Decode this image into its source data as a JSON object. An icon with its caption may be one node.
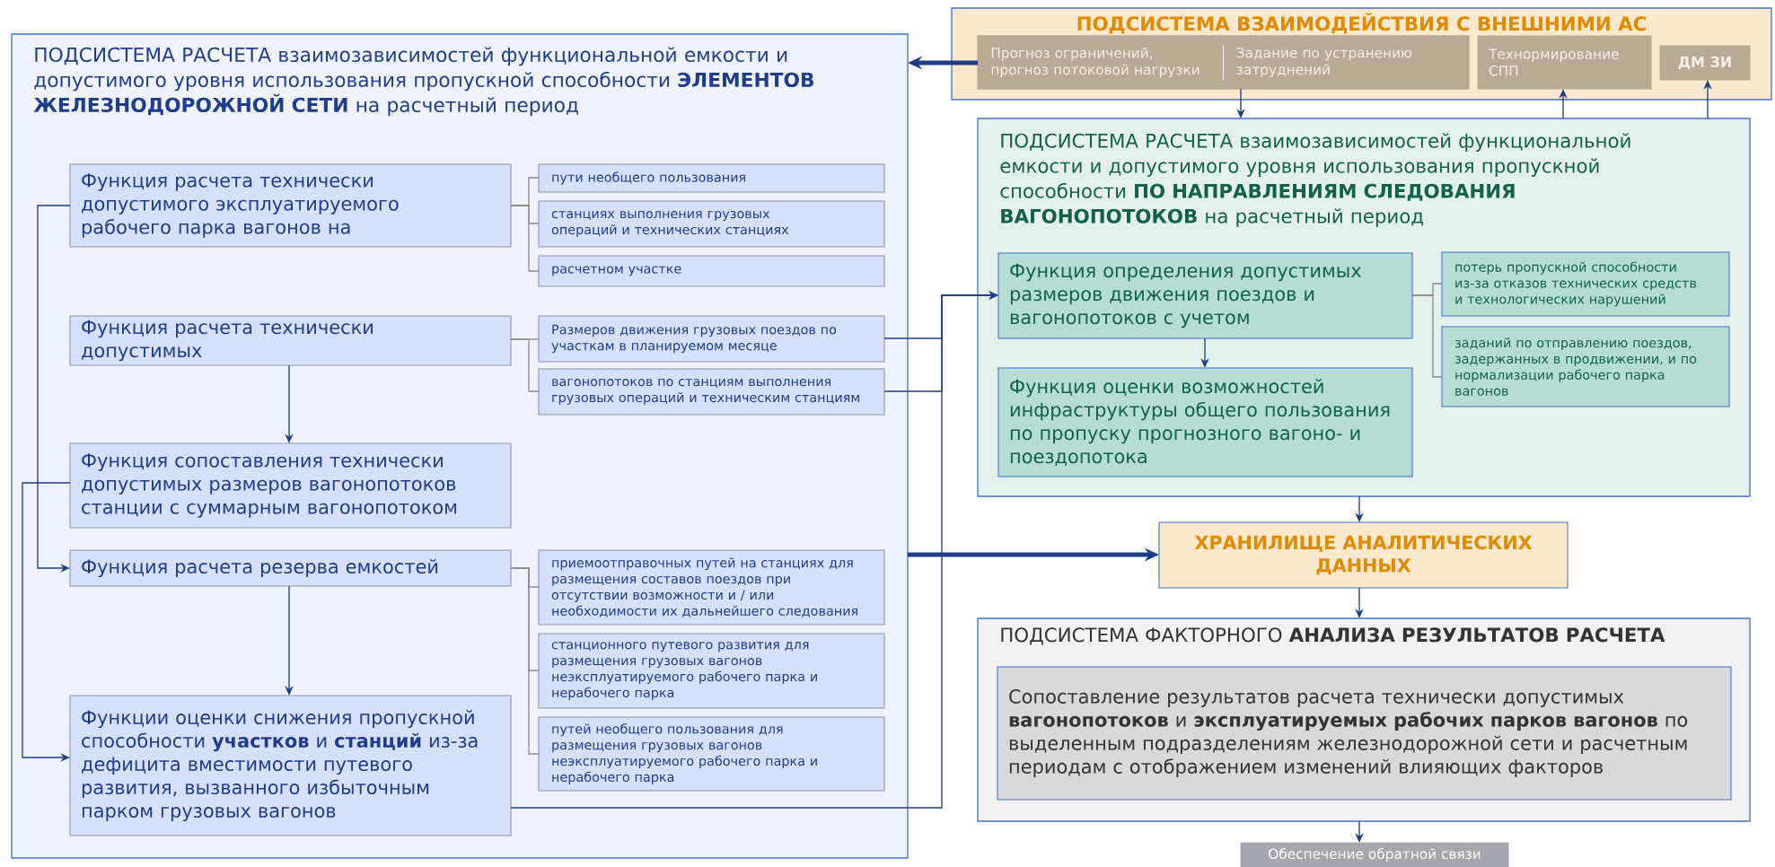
{
  "diagram": {
    "nodes": [
      {
        "text": [
          "ПОДСИСТЕМА РАСЧЕТА взаимозависимостей функциональной емкости и допустимого уровня использования пропускной способности **ЭЛЕМЕНТОВ ЖЕЛЕЗНОДОРОЖНОЙ СЕТИ** на расчетный период"
        ]
      },
      {
        "text": [
          "Функция расчета технически допустимого эксплуатируемого рабочего парка вагонов на"
        ],
        "in": 0
      },
      {
        "text": [
          "пути необщего пользования"
        ],
        "in": 0
      },
      {
        "text": [
          "станциях выполнения грузовых операций и технических станциях"
        ],
        "in": 0
      },
      {
        "text": [
          "расчетном участке"
        ],
        "in": 0
      },
      {
        "text": [
          "Функция расчета технически допустимых"
        ],
        "in": 0
      },
      {
        "text": [
          "Размеров движения грузовых поездов по участкам в планируемом месяце"
        ],
        "in": 0
      },
      {
        "text": [
          "вагонопотоков по станциям выполнения грузовых операций и техническим станциям"
        ],
        "in": 0
      },
      {
        "text": [
          "Функция сопоставления технически допустимых размеров вагонопотоков станции с суммарным вагонопотоком"
        ],
        "in": 0
      },
      {
        "text": [
          "Функция расчета резерва емкостей"
        ],
        "in": 0
      },
      {
        "text": [
          "приемоотправочных путей на станциях для размещения составов поездов при отсутствии возможности и / или необходимости их дальнейшего следования"
        ],
        "in": 0
      },
      {
        "text": [
          "станционного путевого развития для размещения грузовых вагонов неэксплуатируемого рабочего парка и нерабочего парка"
        ],
        "in": 0
      },
      {
        "text": [
          "путей необщего пользования для размещения грузовых вагонов неэксплуатируемого рабочего парка и нерабочего парка"
        ],
        "in": 0
      },
      {
        "text": [
          "Функции оценки снижения пропускной способности **участков** и **станций** из-за дефицита вместимости путевого развития, вызванного избыточным парком грузовых вагонов"
        ],
        "in": 0
      },
      {
        "text": [
          "ПОДСИСТЕМА ВЗАИМОДЕЙСТВИЯ С ВНЕШНИМИ АС"
        ]
      },
      {
        "text": [
          "Прогноз ограничений, прогноз потоковой нагрузки",
          "Задание по устранению затруднений"
        ],
        "in": 14
      },
      {
        "text": [
          "Технормирование СПП"
        ],
        "in": 14
      },
      {
        "text": [
          "ДМ ЗИ"
        ],
        "in": 14
      },
      {
        "text": [
          "ПОДСИСТЕМА РАСЧЕТА взаимозависимостей функциональной емкости и допустимого уровня использования пропускной способности **ПО НАПРАВЛЕНИЯМ СЛЕДОВАНИЯ ВАГОНОПОТОКОВ** на расчетный период"
        ]
      },
      {
        "text": [
          "Функция определения допустимых размеров движения поездов и вагонопотоков с учетом"
        ],
        "in": 18
      },
      {
        "text": [
          "потерь пропускной способности из-за отказов технических средств и технологических нарушений"
        ],
        "in": 18
      },
      {
        "text": [
          "заданий по отправлению поездов, задержанных в продвижении, и по нормализации рабочего парка вагонов"
        ],
        "in": 18
      },
      {
        "text": [
          "Функция оценки возможностей инфраструктуры общего пользования по пропуску прогнозного вагоно- и поездопотока"
        ],
        "in": 18
      },
      {
        "text": [
          "ХРАНИЛИЩЕ АНАЛИТИЧЕСКИХ ДАННЫХ"
        ]
      },
      {
        "text": [
          "ПОДСИСТЕМА ФАКТОРНОГО **АНАЛИЗА РЕЗУЛЬТАТОВ РАСЧЕТА**"
        ]
      },
      {
        "text": [
          "Сопоставление результатов расчета технически допустимых **вагонопотоков** и **эксплуатируемых рабочих парков вагонов** по выделенным подразделениям железнодорожной сети и расчетным периодам с отображением изменений влияющих факторов"
        ],
        "in": 24
      },
      {
        "text": [
          "Обеспечение обратной связи"
        ]
      }
    ],
    "edges": [
      {
        "from": 15,
        "to": 0,
        "arrow": "to",
        "style": "thick"
      },
      {
        "from": 15,
        "to": 18,
        "arrow": "to"
      },
      {
        "from": 18,
        "to": 16,
        "arrow": "to"
      },
      {
        "from": 18,
        "to": 17,
        "arrow": "to"
      },
      {
        "from": 1,
        "to": 2,
        "arrow": "none",
        "color": "#8c8c8c"
      },
      {
        "from": 1,
        "to": 3,
        "arrow": "none",
        "color": "#8c8c8c"
      },
      {
        "from": 1,
        "to": 4,
        "arrow": "none",
        "color": "#8c8c8c"
      },
      {
        "from": 5,
        "to": 6,
        "arrow": "none",
        "color": "#8c8c8c"
      },
      {
        "from": 5,
        "to": 7,
        "arrow": "none",
        "color": "#8c8c8c"
      },
      {
        "from": 5,
        "to": 8,
        "arrow": "to"
      },
      {
        "from": 1,
        "to": 9,
        "arrow": "to"
      },
      {
        "from": 8,
        "to": 13,
        "arrow": "to"
      },
      {
        "from": 9,
        "to": 10,
        "arrow": "none",
        "color": "#8c8c8c"
      },
      {
        "from": 9,
        "to": 11,
        "arrow": "none",
        "color": "#8c8c8c"
      },
      {
        "from": 9,
        "to": 12,
        "arrow": "none",
        "color": "#8c8c8c"
      },
      {
        "from": 9,
        "to": 13,
        "arrow": "to"
      },
      {
        "from": 6,
        "to": 19,
        "arrow": "to"
      },
      {
        "from": 7,
        "to": 19,
        "arrow": "to"
      },
      {
        "from": 13,
        "to": 19,
        "arrow": "to"
      },
      {
        "from": 0,
        "to": 23,
        "arrow": "to",
        "style": "thick"
      },
      {
        "from": 19,
        "to": 20,
        "arrow": "none",
        "color": "#8c8c8c"
      },
      {
        "from": 19,
        "to": 21,
        "arrow": "none",
        "color": "#8c8c8c"
      },
      {
        "from": 19,
        "to": 22,
        "arrow": "to"
      },
      {
        "from": 18,
        "to": 23,
        "arrow": "to"
      },
      {
        "from": 23,
        "to": 24,
        "arrow": "to"
      },
      {
        "from": 24,
        "to": 26,
        "arrow": "to"
      }
    ]
  }
}
